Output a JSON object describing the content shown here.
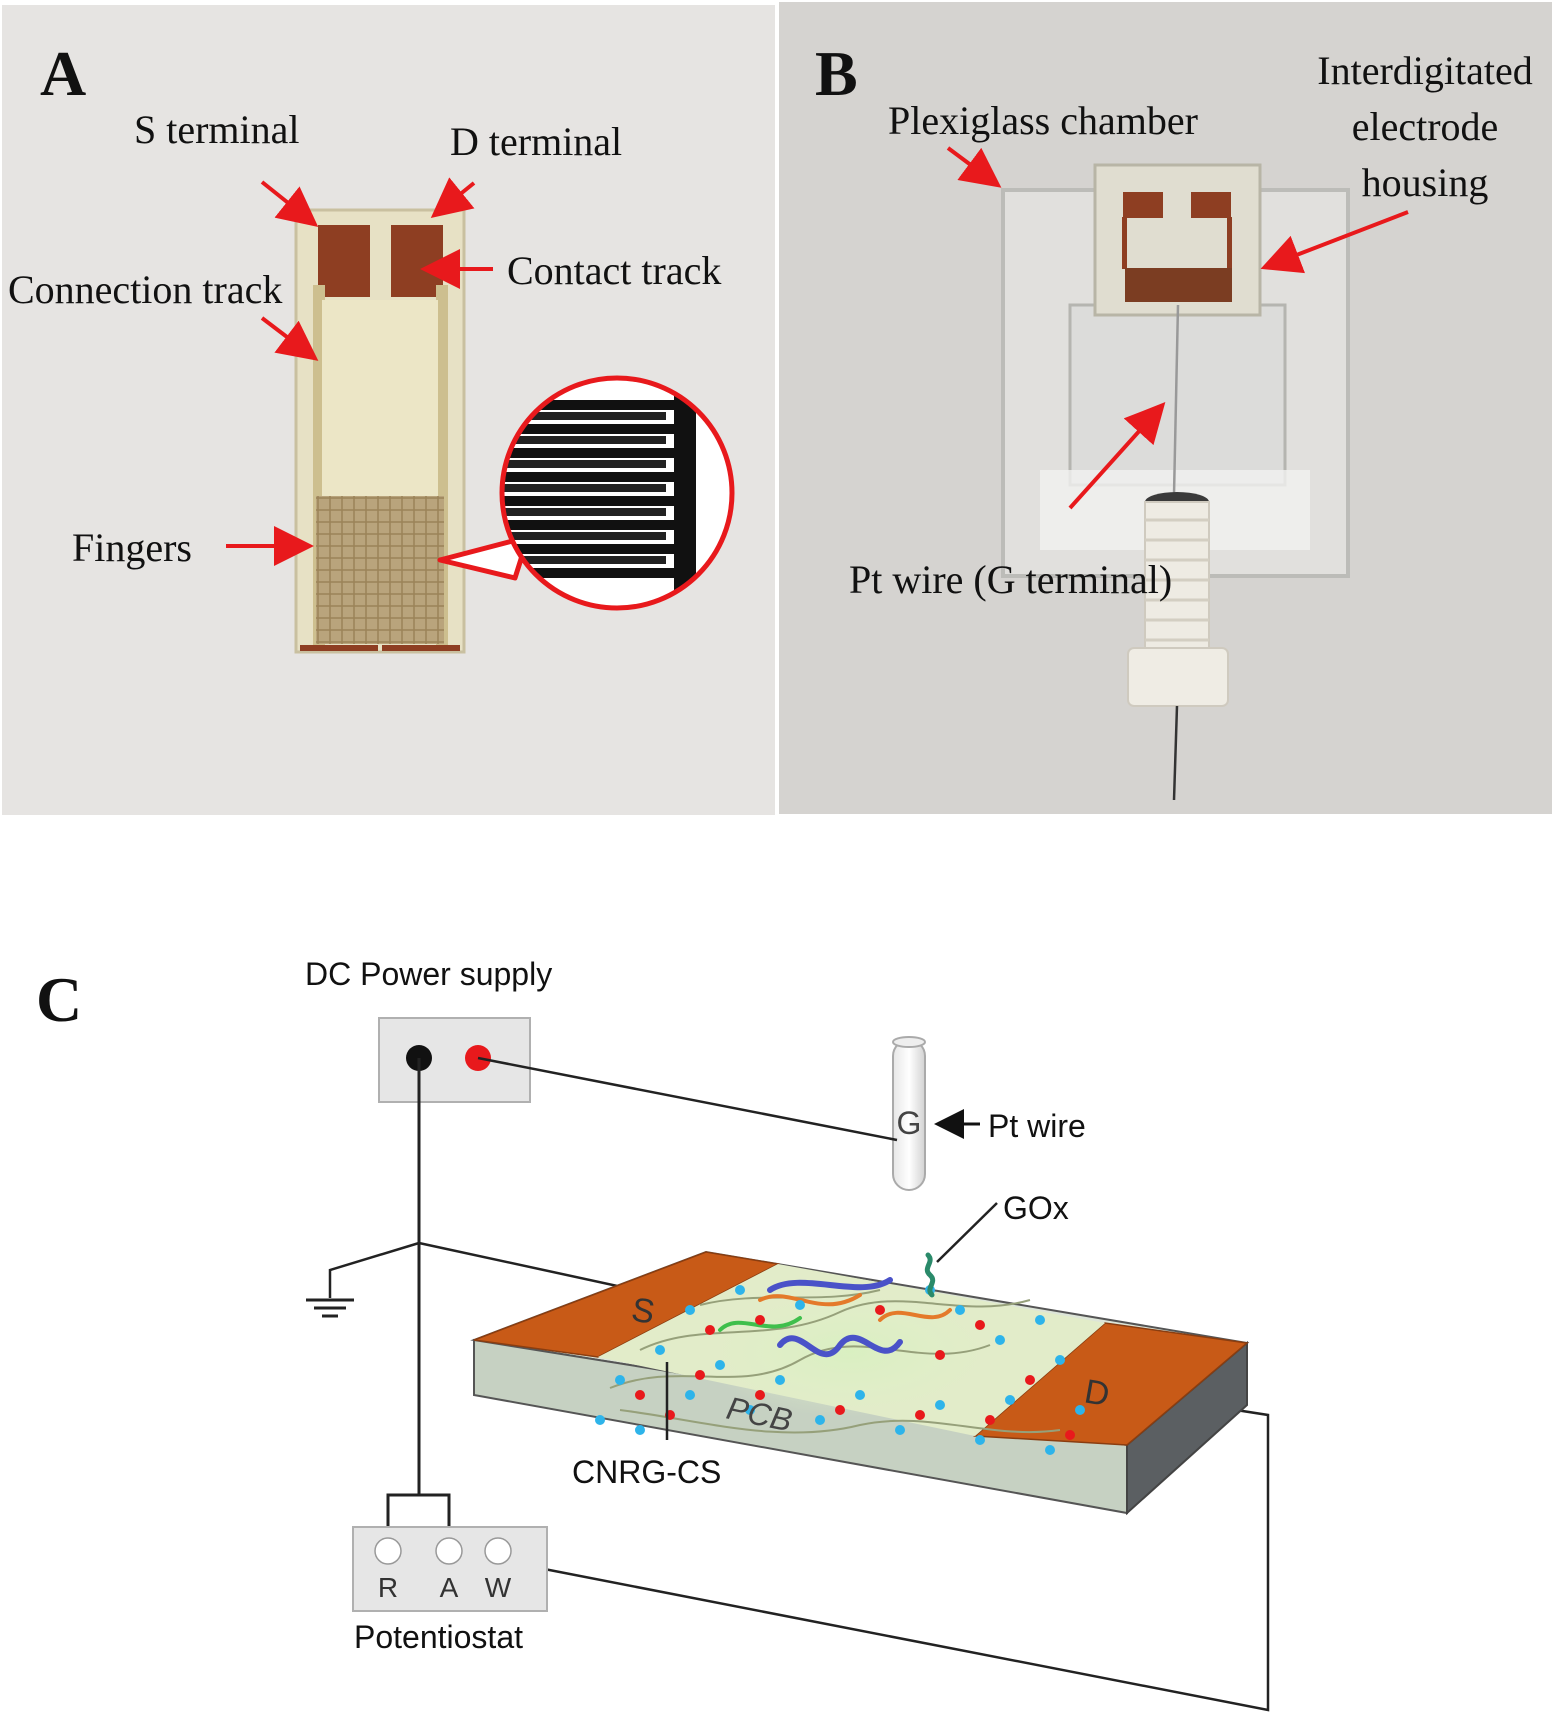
{
  "panel_a": {
    "letter": "A",
    "labels": {
      "s_terminal": "S terminal",
      "d_terminal": "D terminal",
      "connection_track": "Connection track",
      "contact_track": "Contact track",
      "fingers": "Fingers"
    }
  },
  "panel_b": {
    "letter": "B",
    "labels": {
      "plexiglass": "Plexiglass chamber",
      "interdigitated_1": "Interdigitated",
      "interdigitated_2": "electrode",
      "interdigitated_3": "housing",
      "pt_wire_g": "Pt wire (G terminal)"
    }
  },
  "panel_c": {
    "letter": "C",
    "labels": {
      "dc_power": "DC Power supply",
      "pt_wire": "Pt wire",
      "g": "G",
      "gox": "GOx",
      "s": "S",
      "d": "D",
      "pcb": "PCB",
      "cnrg_cs": "CNRG-CS",
      "r": "R",
      "a": "A",
      "w": "W",
      "potentiostat": "Potentiostat"
    }
  },
  "colors": {
    "arrow": "#e8191c",
    "copper": "#c85a17",
    "wall": "#e6e4e2",
    "photo_bg": "#d5d3d0"
  }
}
